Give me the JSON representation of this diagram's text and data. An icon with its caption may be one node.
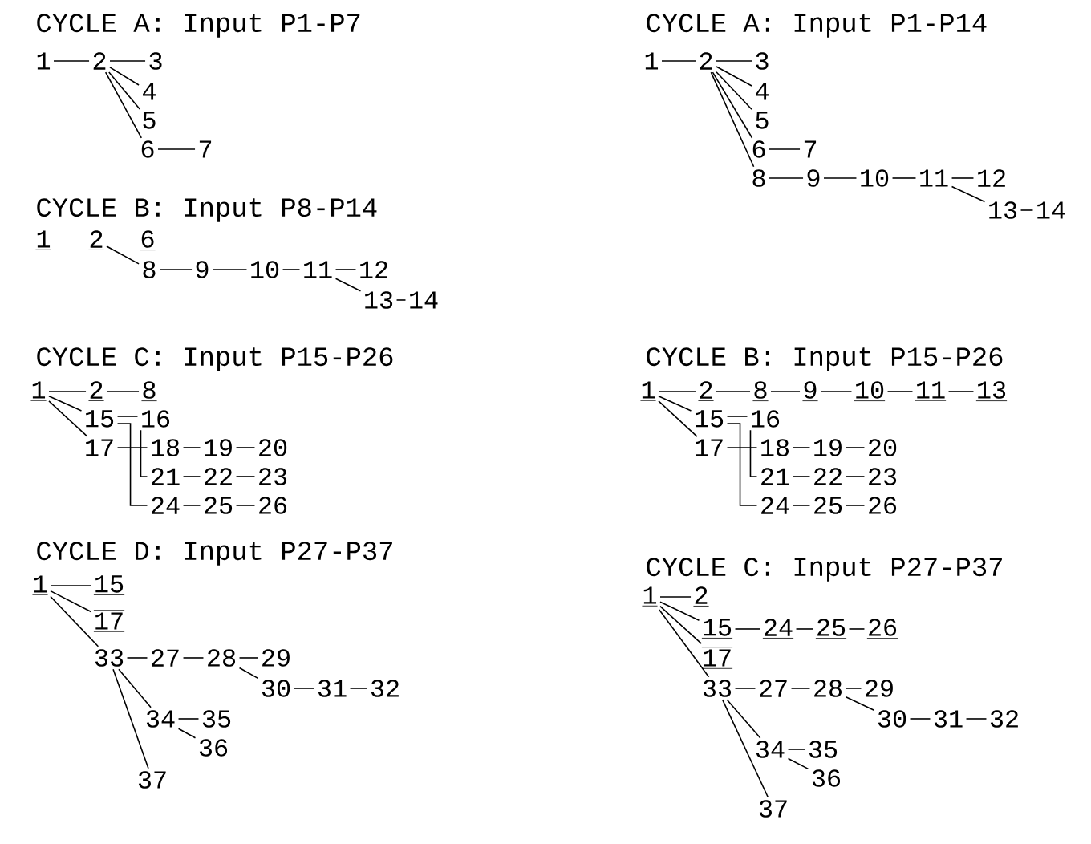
{
  "diagram": {
    "nodes": [
      {
        "text": [
          "1"
        ]
      },
      {
        "text": [
          "2"
        ]
      },
      {
        "text": [
          "3"
        ]
      },
      {
        "text": [
          "4"
        ]
      },
      {
        "text": [
          "5"
        ]
      },
      {
        "text": [
          "6"
        ]
      },
      {
        "text": [
          "7"
        ]
      },
      {
        "text": [
          "1"
        ]
      },
      {
        "text": [
          "2"
        ]
      },
      {
        "text": [
          "6"
        ]
      },
      {
        "text": [
          "8"
        ]
      },
      {
        "text": [
          "9"
        ]
      },
      {
        "text": [
          "10"
        ]
      },
      {
        "text": [
          "11"
        ]
      },
      {
        "text": [
          "12"
        ]
      },
      {
        "text": [
          "13"
        ]
      },
      {
        "text": [
          "14"
        ]
      },
      {
        "text": [
          "1"
        ]
      },
      {
        "text": [
          "2"
        ]
      },
      {
        "text": [
          "8"
        ]
      },
      {
        "text": [
          "15"
        ]
      },
      {
        "text": [
          "16"
        ]
      },
      {
        "text": [
          "17"
        ]
      },
      {
        "text": [
          "18"
        ]
      },
      {
        "text": [
          "19"
        ]
      },
      {
        "text": [
          "20"
        ]
      },
      {
        "text": [
          "21"
        ]
      },
      {
        "text": [
          "22"
        ]
      },
      {
        "text": [
          "23"
        ]
      },
      {
        "text": [
          "24"
        ]
      },
      {
        "text": [
          "25"
        ]
      },
      {
        "text": [
          "26"
        ]
      },
      {
        "text": [
          "1"
        ]
      },
      {
        "text": [
          "15"
        ]
      },
      {
        "text": [
          "17"
        ]
      },
      {
        "text": [
          "33"
        ]
      },
      {
        "text": [
          "27"
        ]
      },
      {
        "text": [
          "28"
        ]
      },
      {
        "text": [
          "29"
        ]
      },
      {
        "text": [
          "30"
        ]
      },
      {
        "text": [
          "31"
        ]
      },
      {
        "text": [
          "32"
        ]
      },
      {
        "text": [
          "34"
        ]
      },
      {
        "text": [
          "35"
        ]
      },
      {
        "text": [
          "36"
        ]
      },
      {
        "text": [
          "37"
        ]
      },
      {
        "text": [
          "1"
        ]
      },
      {
        "text": [
          "2"
        ]
      },
      {
        "text": [
          "3"
        ]
      },
      {
        "text": [
          "4"
        ]
      },
      {
        "text": [
          "5"
        ]
      },
      {
        "text": [
          "6"
        ]
      },
      {
        "text": [
          "7"
        ]
      },
      {
        "text": [
          "8"
        ]
      },
      {
        "text": [
          "9"
        ]
      },
      {
        "text": [
          "10"
        ]
      },
      {
        "text": [
          "11"
        ]
      },
      {
        "text": [
          "12"
        ]
      },
      {
        "text": [
          "13"
        ]
      },
      {
        "text": [
          "14"
        ]
      },
      {
        "text": [
          "1"
        ]
      },
      {
        "text": [
          "2"
        ]
      },
      {
        "text": [
          "8"
        ]
      },
      {
        "text": [
          "9"
        ]
      },
      {
        "text": [
          "10"
        ]
      },
      {
        "text": [
          "11"
        ]
      },
      {
        "text": [
          "13"
        ]
      },
      {
        "text": [
          "15"
        ]
      },
      {
        "text": [
          "16"
        ]
      },
      {
        "text": [
          "17"
        ]
      },
      {
        "text": [
          "18"
        ]
      },
      {
        "text": [
          "19"
        ]
      },
      {
        "text": [
          "20"
        ]
      },
      {
        "text": [
          "21"
        ]
      },
      {
        "text": [
          "22"
        ]
      },
      {
        "text": [
          "23"
        ]
      },
      {
        "text": [
          "24"
        ]
      },
      {
        "text": [
          "25"
        ]
      },
      {
        "text": [
          "26"
        ]
      },
      {
        "text": [
          "1"
        ]
      },
      {
        "text": [
          "2"
        ]
      },
      {
        "text": [
          "15"
        ]
      },
      {
        "text": [
          "24"
        ]
      },
      {
        "text": [
          "25"
        ]
      },
      {
        "text": [
          "26"
        ]
      },
      {
        "text": [
          "17"
        ]
      },
      {
        "text": [
          "33"
        ]
      },
      {
        "text": [
          "27"
        ]
      },
      {
        "text": [
          "28"
        ]
      },
      {
        "text": [
          "29"
        ]
      },
      {
        "text": [
          "30"
        ]
      },
      {
        "text": [
          "31"
        ]
      },
      {
        "text": [
          "32"
        ]
      },
      {
        "text": [
          "34"
        ]
      },
      {
        "text": [
          "35"
        ]
      },
      {
        "text": [
          "36"
        ]
      },
      {
        "text": [
          "37"
        ]
      }
    ],
    "edges": [
      {
        "from": 0,
        "to": 1,
        "arrow": "none"
      },
      {
        "from": 1,
        "to": 2,
        "arrow": "none"
      },
      {
        "from": 1,
        "to": 3,
        "arrow": "none"
      },
      {
        "from": 1,
        "to": 4,
        "arrow": "none"
      },
      {
        "from": 1,
        "to": 5,
        "arrow": "none"
      },
      {
        "from": 5,
        "to": 6,
        "arrow": "none"
      },
      {
        "from": 8,
        "to": 10,
        "arrow": "none"
      },
      {
        "from": 10,
        "to": 11,
        "arrow": "none"
      },
      {
        "from": 11,
        "to": 12,
        "arrow": "none"
      },
      {
        "from": 12,
        "to": 13,
        "arrow": "none"
      },
      {
        "from": 13,
        "to": 14,
        "arrow": "none"
      },
      {
        "from": 13,
        "to": 15,
        "arrow": "none"
      },
      {
        "from": 15,
        "to": 16,
        "arrow": "none"
      },
      {
        "from": 17,
        "to": 18,
        "arrow": "none"
      },
      {
        "from": 18,
        "to": 19,
        "arrow": "none"
      },
      {
        "from": 17,
        "to": 20,
        "arrow": "none"
      },
      {
        "from": 17,
        "to": 22,
        "arrow": "none"
      },
      {
        "from": 20,
        "to": 21,
        "arrow": "none"
      },
      {
        "from": 22,
        "to": 23,
        "arrow": "none"
      },
      {
        "from": 23,
        "to": 24,
        "arrow": "none"
      },
      {
        "from": 24,
        "to": 25,
        "arrow": "none"
      },
      {
        "from": 21,
        "to": 26,
        "arrow": "none"
      },
      {
        "from": 20,
        "to": 29,
        "arrow": "none"
      },
      {
        "from": 26,
        "to": 27,
        "arrow": "none"
      },
      {
        "from": 27,
        "to": 28,
        "arrow": "none"
      },
      {
        "from": 29,
        "to": 30,
        "arrow": "none"
      },
      {
        "from": 30,
        "to": 31,
        "arrow": "none"
      },
      {
        "from": 32,
        "to": 33,
        "arrow": "none"
      },
      {
        "from": 32,
        "to": 34,
        "arrow": "none"
      },
      {
        "from": 32,
        "to": 35,
        "arrow": "none"
      },
      {
        "from": 35,
        "to": 36,
        "arrow": "none"
      },
      {
        "from": 36,
        "to": 37,
        "arrow": "none"
      },
      {
        "from": 37,
        "to": 38,
        "arrow": "none"
      },
      {
        "from": 37,
        "to": 39,
        "arrow": "none"
      },
      {
        "from": 39,
        "to": 40,
        "arrow": "none"
      },
      {
        "from": 40,
        "to": 41,
        "arrow": "none"
      },
      {
        "from": 35,
        "to": 42,
        "arrow": "none"
      },
      {
        "from": 42,
        "to": 43,
        "arrow": "none"
      },
      {
        "from": 42,
        "to": 44,
        "arrow": "none"
      },
      {
        "from": 35,
        "to": 45,
        "arrow": "none"
      },
      {
        "from": 46,
        "to": 47,
        "arrow": "none"
      },
      {
        "from": 47,
        "to": 48,
        "arrow": "none"
      },
      {
        "from": 47,
        "to": 49,
        "arrow": "none"
      },
      {
        "from": 47,
        "to": 50,
        "arrow": "none"
      },
      {
        "from": 47,
        "to": 51,
        "arrow": "none"
      },
      {
        "from": 47,
        "to": 53,
        "arrow": "none"
      },
      {
        "from": 51,
        "to": 52,
        "arrow": "none"
      },
      {
        "from": 53,
        "to": 54,
        "arrow": "none"
      },
      {
        "from": 54,
        "to": 55,
        "arrow": "none"
      },
      {
        "from": 55,
        "to": 56,
        "arrow": "none"
      },
      {
        "from": 56,
        "to": 57,
        "arrow": "none"
      },
      {
        "from": 56,
        "to": 58,
        "arrow": "none"
      },
      {
        "from": 58,
        "to": 59,
        "arrow": "none"
      },
      {
        "from": 60,
        "to": 61,
        "arrow": "none"
      },
      {
        "from": 61,
        "to": 62,
        "arrow": "none"
      },
      {
        "from": 62,
        "to": 63,
        "arrow": "none"
      },
      {
        "from": 63,
        "to": 64,
        "arrow": "none"
      },
      {
        "from": 64,
        "to": 65,
        "arrow": "none"
      },
      {
        "from": 65,
        "to": 66,
        "arrow": "none"
      },
      {
        "from": 60,
        "to": 67,
        "arrow": "none"
      },
      {
        "from": 60,
        "to": 69,
        "arrow": "none"
      },
      {
        "from": 67,
        "to": 68,
        "arrow": "none"
      },
      {
        "from": 69,
        "to": 70,
        "arrow": "none"
      },
      {
        "from": 70,
        "to": 71,
        "arrow": "none"
      },
      {
        "from": 71,
        "to": 72,
        "arrow": "none"
      },
      {
        "from": 68,
        "to": 73,
        "arrow": "none"
      },
      {
        "from": 67,
        "to": 76,
        "arrow": "none"
      },
      {
        "from": 73,
        "to": 74,
        "arrow": "none"
      },
      {
        "from": 74,
        "to": 75,
        "arrow": "none"
      },
      {
        "from": 76,
        "to": 77,
        "arrow": "none"
      },
      {
        "from": 77,
        "to": 78,
        "arrow": "none"
      },
      {
        "from": 79,
        "to": 80,
        "arrow": "none"
      },
      {
        "from": 79,
        "to": 81,
        "arrow": "none"
      },
      {
        "from": 79,
        "to": 85,
        "arrow": "none"
      },
      {
        "from": 79,
        "to": 86,
        "arrow": "none"
      },
      {
        "from": 81,
        "to": 82,
        "arrow": "none"
      },
      {
        "from": 82,
        "to": 83,
        "arrow": "none"
      },
      {
        "from": 83,
        "to": 84,
        "arrow": "none"
      },
      {
        "from": 86,
        "to": 87,
        "arrow": "none"
      },
      {
        "from": 87,
        "to": 88,
        "arrow": "none"
      },
      {
        "from": 88,
        "to": 89,
        "arrow": "none"
      },
      {
        "from": 88,
        "to": 90,
        "arrow": "none"
      },
      {
        "from": 90,
        "to": 91,
        "arrow": "none"
      },
      {
        "from": 91,
        "to": 92,
        "arrow": "none"
      },
      {
        "from": 86,
        "to": 93,
        "arrow": "none"
      },
      {
        "from": 93,
        "to": 94,
        "arrow": "none"
      },
      {
        "from": 93,
        "to": 95,
        "arrow": "none"
      },
      {
        "from": 86,
        "to": 96,
        "arrow": "none"
      }
    ],
    "labels": [
      "CYCLE A: Input P1-P7",
      "CYCLE A: Input P1-P14",
      "CYCLE B: Input P8-P14",
      "CYCLE C: Input P15-P26",
      "CYCLE B: Input P15-P26",
      "CYCLE D: Input P27-P37",
      "CYCLE C: Input P27-P37"
    ]
  }
}
